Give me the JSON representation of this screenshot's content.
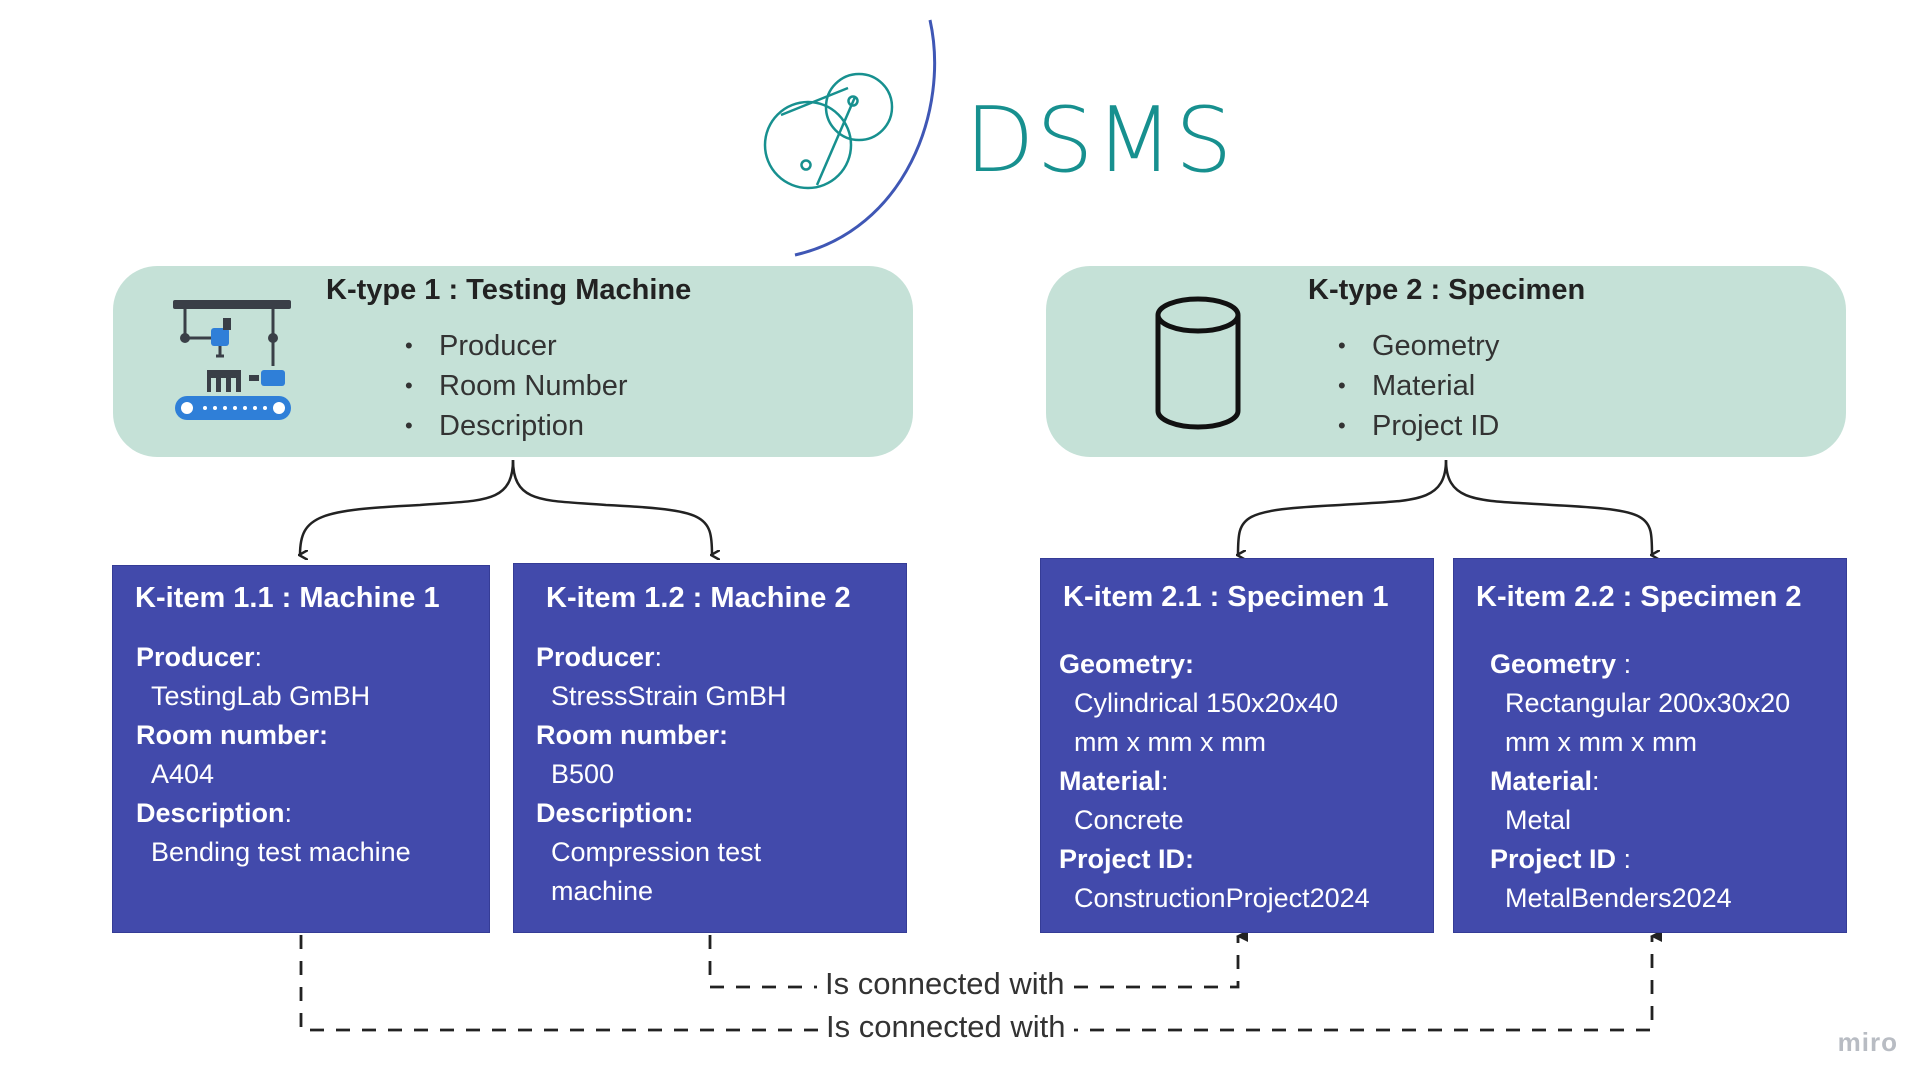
{
  "header": {
    "logo_text": "DSMS"
  },
  "ktypes": [
    {
      "title": "K-type 1 : Testing Machine",
      "attributes": [
        "Producer",
        "Room Number",
        "Description"
      ]
    },
    {
      "title": "K-type 2 : Specimen",
      "attributes": [
        "Geometry",
        "Material",
        "Project ID"
      ]
    }
  ],
  "kitems": [
    {
      "title": "K-item 1.1 : Machine 1",
      "fields": [
        {
          "label": "Producer",
          "sep": ":",
          "value": [
            "TestingLab GmBH"
          ]
        },
        {
          "label": "Room number:",
          "sep": "",
          "value": [
            "A404"
          ]
        },
        {
          "label": "Description",
          "sep": ":",
          "value": [
            "Bending test machine"
          ]
        }
      ]
    },
    {
      "title": "K-item 1.2 : Machine 2",
      "fields": [
        {
          "label": "Producer",
          "sep": ":",
          "value": [
            "StressStrain GmBH"
          ]
        },
        {
          "label": "Room number:",
          "sep": "",
          "value": [
            "B500"
          ]
        },
        {
          "label": "Description:",
          "sep": "",
          "value": [
            "Compression test",
            "machine"
          ]
        }
      ]
    },
    {
      "title": "K-item 2.1 : Specimen 1",
      "fields": [
        {
          "label": "Geometry:",
          "sep": "",
          "value": [
            "Cylindrical 150x20x40",
            "mm x mm x mm"
          ]
        },
        {
          "label": "Material",
          "sep": ":",
          "value": [
            "Concrete"
          ]
        },
        {
          "label": "Project ID:",
          "sep": "",
          "value": [
            "ConstructionProject2024"
          ]
        }
      ]
    },
    {
      "title": "K-item 2.2 : Specimen 2",
      "fields": [
        {
          "label": "Geometry",
          "sep": " :",
          "value": [
            "Rectangular 200x30x20",
            "mm x mm x mm"
          ]
        },
        {
          "label": "Material",
          "sep": ":",
          "value": [
            "Metal"
          ]
        },
        {
          "label": "Project ID",
          "sep": " :",
          "value": [
            "MetalBenders2024"
          ]
        }
      ]
    }
  ],
  "connections": [
    {
      "label": "Is connected with"
    },
    {
      "label": "Is connected with"
    }
  ],
  "watermark": "miro",
  "colors": {
    "teal": "#17908f",
    "mint": "#c5e1d7",
    "indigo": "#424aab",
    "arc": "#3f57b5",
    "icon_blue": "#3a7bd5"
  }
}
